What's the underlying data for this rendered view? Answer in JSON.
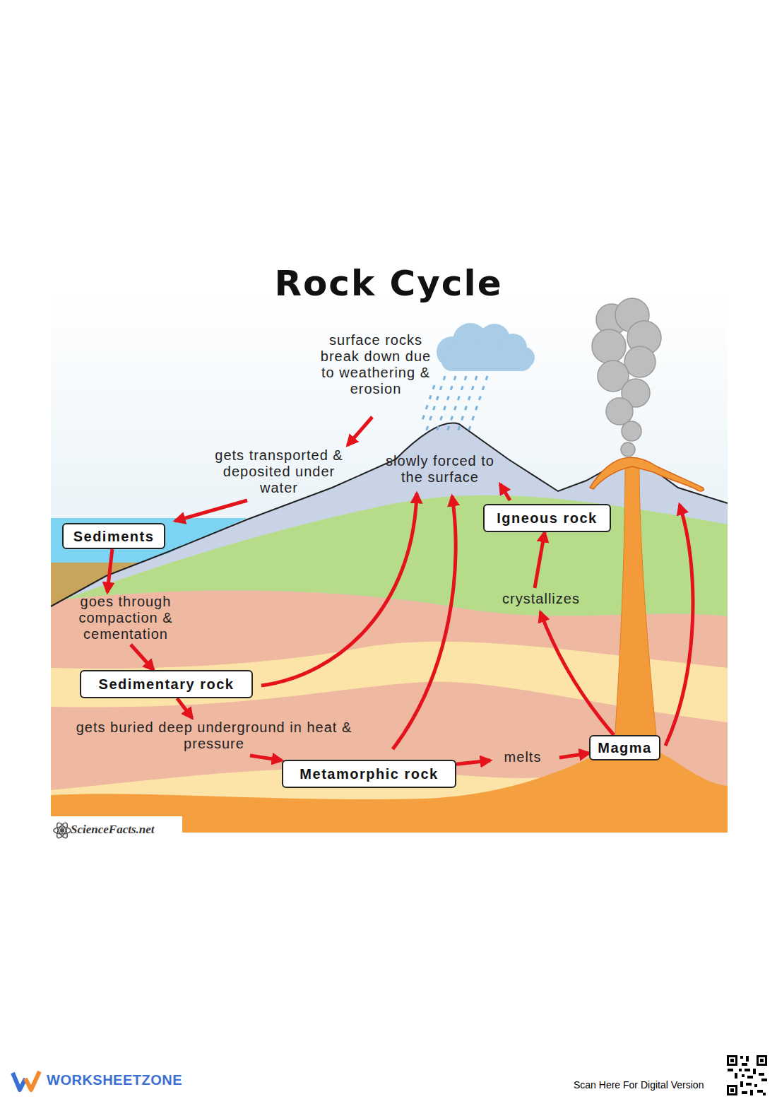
{
  "diagram": {
    "title": "Rock Cycle",
    "nodes": [
      {
        "text": [
          "Sediments"
        ]
      },
      {
        "text": [
          "Igneous rock"
        ]
      },
      {
        "text": [
          "Sedimentary rock"
        ]
      },
      {
        "text": [
          "Magma"
        ]
      },
      {
        "text": [
          "Metamorphic rock"
        ]
      }
    ],
    "edges": [
      {
        "from": 0,
        "to": 2,
        "arrow": "to",
        "label": "goes through compaction & cementation"
      },
      {
        "from": 2,
        "to": 4,
        "arrow": "to",
        "label": "gets buried deep underground in heat & pressure"
      },
      {
        "from": 4,
        "to": 3,
        "arrow": "to",
        "label": "melts"
      },
      {
        "from": 3,
        "to": 1,
        "arrow": "to",
        "label": "crystallizes"
      }
    ],
    "labels": [
      "surface rocks break down due to weathering & erosion",
      "gets transported & deposited under water",
      "slowly forced to the surface",
      "ScienceFacts.net",
      "WORKSHEETZONE",
      "Scan Here For Digital Version"
    ]
  }
}
